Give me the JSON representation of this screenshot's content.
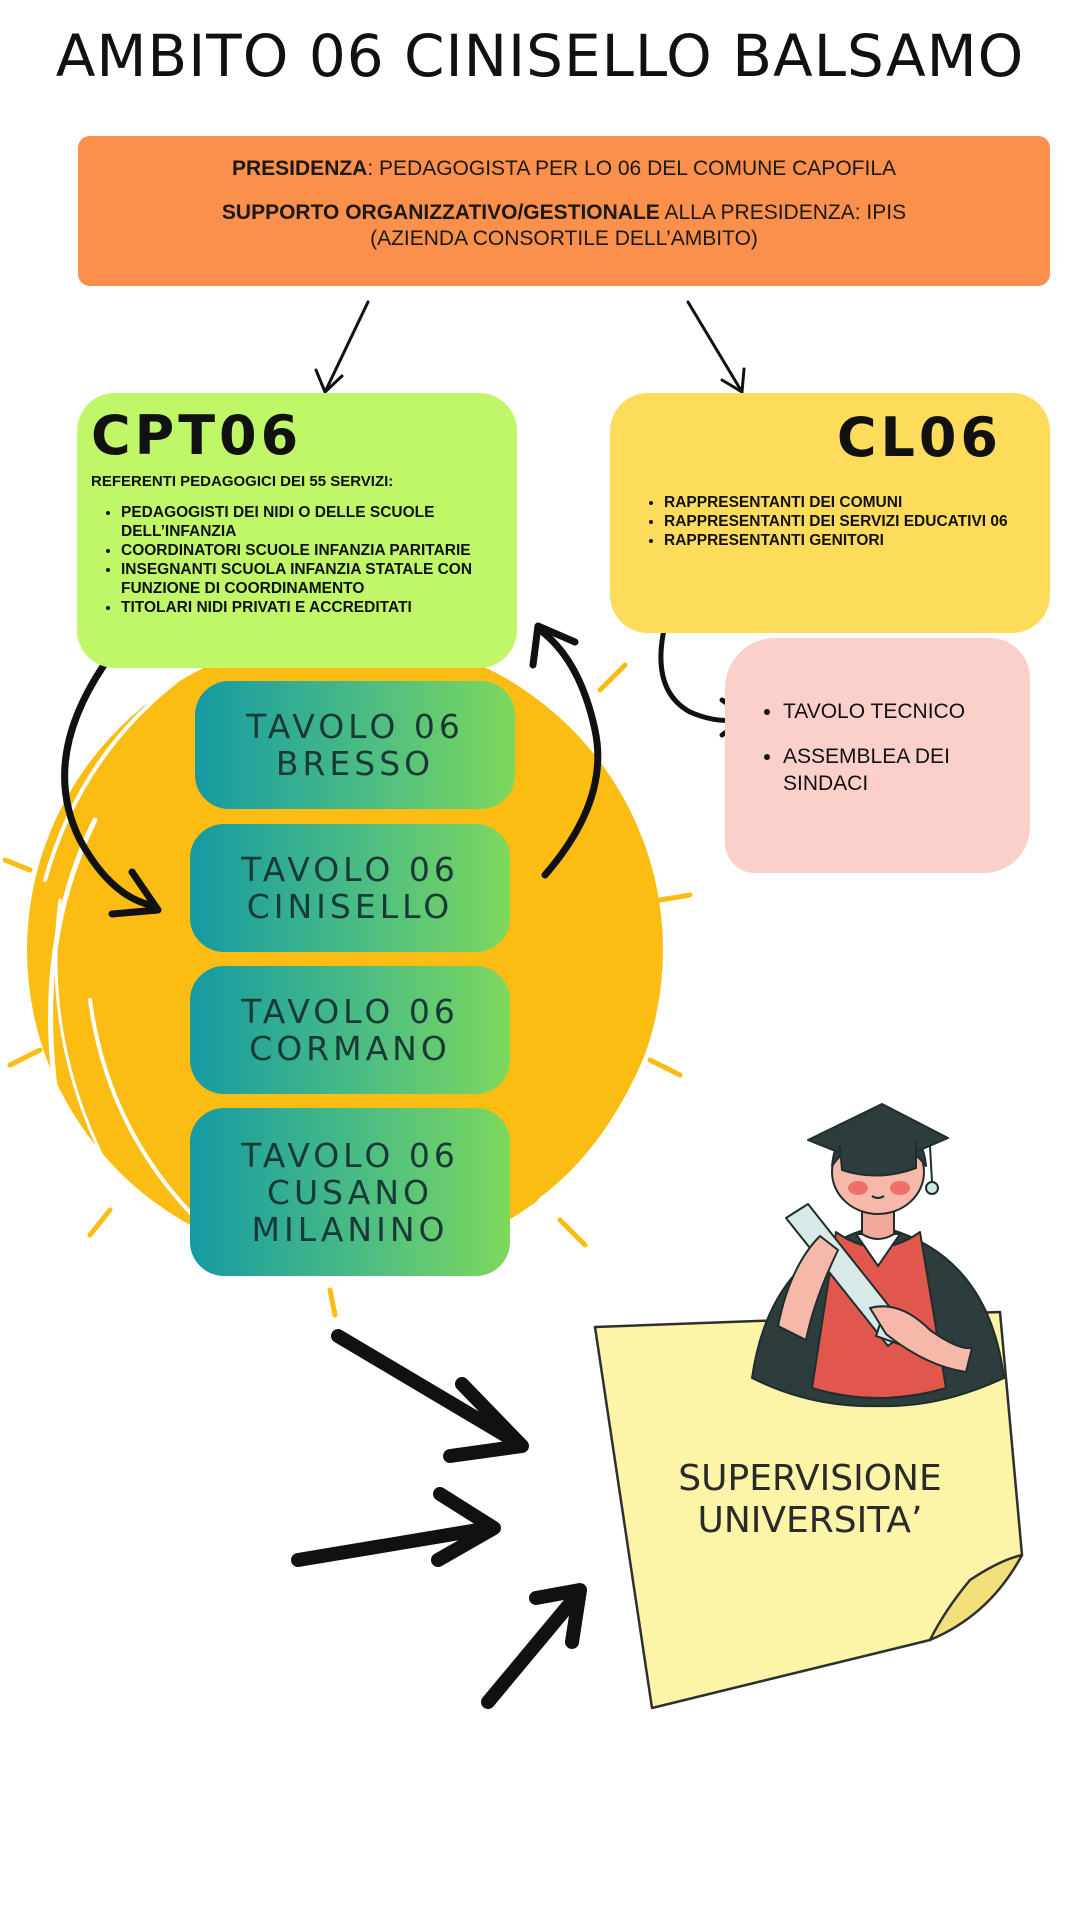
{
  "title": "AMBITO 06 CINISELLO BALSAMO",
  "presidenza": {
    "line1_bold": "PRESIDENZA",
    "line1_rest": ": PEDAGOGISTA PER LO 06 DEL COMUNE CAPOFILA",
    "line2_bold": "SUPPORTO ORGANIZZATIVO/GESTIONALE",
    "line2_rest": " ALLA PRESIDENZA: IPIS",
    "line3": "(AZIENDA CONSORTILE DELL’AMBITO)"
  },
  "cpt06": {
    "title": "CPT06",
    "subtitle": "REFERENTI PEDAGOGICI DEI 55 SERVIZI:",
    "items": [
      "PEDAGOGISTI DEI NIDI O DELLE SCUOLE DELL’INFANZIA",
      "COORDINATORI SCUOLE INFANZIA PARITARIE",
      "INSEGNANTI SCUOLA INFANZIA STATALE CON FUNZIONE DI COORDINAMENTO",
      "TITOLARI NIDI PRIVATI E ACCREDITATI"
    ]
  },
  "cl06": {
    "title": "CL06",
    "items": [
      "RAPPRESENTANTI DEI COMUNI",
      "RAPPRESENTANTI DEI SERVIZI EDUCATIVI 06",
      "RAPPRESENTANTI GENITORI"
    ]
  },
  "cl06_sub": {
    "items": [
      "TAVOLO TECNICO",
      "ASSEMBLEA DEI SINDACI"
    ]
  },
  "tavoli": [
    {
      "line1": "TAVOLO 06",
      "line2": "BRESSO",
      "line3": ""
    },
    {
      "line1": "TAVOLO 06",
      "line2": "CINISELLO",
      "line3": ""
    },
    {
      "line1": "TAVOLO 06",
      "line2": "CORMANO",
      "line3": ""
    },
    {
      "line1": "TAVOLO 06",
      "line2": "CUSANO",
      "line3": "MILANINO"
    }
  ],
  "supervisione": {
    "line1": "SUPERVISIONE",
    "line2": "UNIVERSITA’"
  },
  "colors": {
    "orange": "#fb8f4c",
    "green": "#bff768",
    "yellow": "#fddc5c",
    "pink": "#fbd0ca",
    "sun": "#fbbc14",
    "note": "#fcf5a8"
  },
  "icons": {
    "graduate": "graduate-student-illustration",
    "sun": "sun-brush-background"
  }
}
